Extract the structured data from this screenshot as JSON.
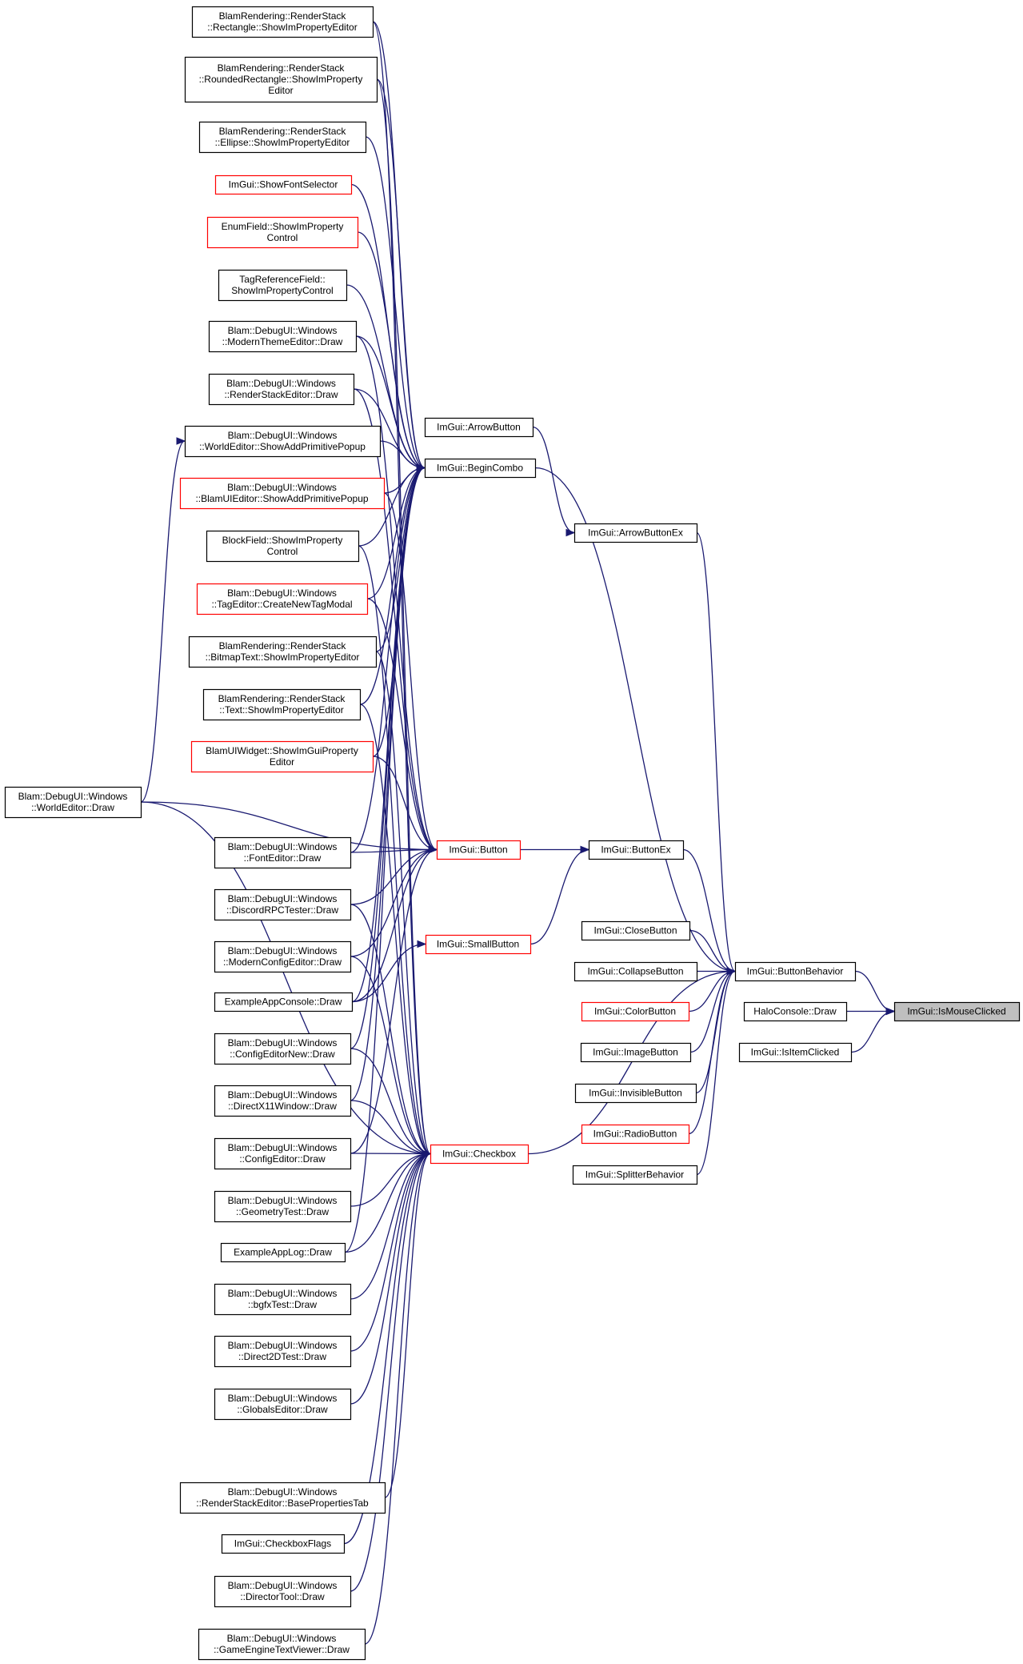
{
  "colors": {
    "edge": "#191970",
    "border": "#000000",
    "highlight_border": "#ff0000",
    "focus_fill": "#bfbfbf"
  },
  "nodes": [
    {
      "id": "rect_editor",
      "lines": [
        "BlamRendering::RenderStack",
        "::Rectangle::ShowImPropertyEditor"
      ],
      "style": "normal"
    },
    {
      "id": "rrect_editor",
      "lines": [
        "BlamRendering::RenderStack",
        "::RoundedRectangle::ShowImProperty",
        "Editor"
      ],
      "style": "normal"
    },
    {
      "id": "ellipse_editor",
      "lines": [
        "BlamRendering::RenderStack",
        "::Ellipse::ShowImPropertyEditor"
      ],
      "style": "normal"
    },
    {
      "id": "show_font_selector",
      "lines": [
        "ImGui::ShowFontSelector"
      ],
      "style": "red"
    },
    {
      "id": "enumfield",
      "lines": [
        "EnumField::ShowImProperty",
        "Control"
      ],
      "style": "red"
    },
    {
      "id": "tagref",
      "lines": [
        "TagReferenceField::",
        "ShowImPropertyControl"
      ],
      "style": "normal"
    },
    {
      "id": "modern_theme",
      "lines": [
        "Blam::DebugUI::Windows",
        "::ModernThemeEditor::Draw"
      ],
      "style": "normal"
    },
    {
      "id": "renderstack_editor",
      "lines": [
        "Blam::DebugUI::Windows",
        "::RenderStackEditor::Draw"
      ],
      "style": "normal"
    },
    {
      "id": "world_add_prim",
      "lines": [
        "Blam::DebugUI::Windows",
        "::WorldEditor::ShowAddPrimitivePopup"
      ],
      "style": "normal"
    },
    {
      "id": "blamui_add_prim",
      "lines": [
        "Blam::DebugUI::Windows",
        "::BlamUIEditor::ShowAddPrimitivePopup"
      ],
      "style": "red"
    },
    {
      "id": "blockfield",
      "lines": [
        "BlockField::ShowImProperty",
        "Control"
      ],
      "style": "normal"
    },
    {
      "id": "tageditor_modal",
      "lines": [
        "Blam::DebugUI::Windows",
        "::TagEditor::CreateNewTagModal"
      ],
      "style": "red"
    },
    {
      "id": "bitmaptext",
      "lines": [
        "BlamRendering::RenderStack",
        "::BitmapText::ShowImPropertyEditor"
      ],
      "style": "normal"
    },
    {
      "id": "text_editor",
      "lines": [
        "BlamRendering::RenderStack",
        "::Text::ShowImPropertyEditor"
      ],
      "style": "normal"
    },
    {
      "id": "blamuiwidget",
      "lines": [
        "BlamUIWidget::ShowImGuiProperty",
        "Editor"
      ],
      "style": "red"
    },
    {
      "id": "world_draw",
      "lines": [
        "Blam::DebugUI::Windows",
        "::WorldEditor::Draw"
      ],
      "style": "normal"
    },
    {
      "id": "font_editor",
      "lines": [
        "Blam::DebugUI::Windows",
        "::FontEditor::Draw"
      ],
      "style": "normal"
    },
    {
      "id": "discord",
      "lines": [
        "Blam::DebugUI::Windows",
        "::DiscordRPCTester::Draw"
      ],
      "style": "normal"
    },
    {
      "id": "modern_config",
      "lines": [
        "Blam::DebugUI::Windows",
        "::ModernConfigEditor::Draw"
      ],
      "style": "normal"
    },
    {
      "id": "example_console",
      "lines": [
        "ExampleAppConsole::Draw"
      ],
      "style": "normal"
    },
    {
      "id": "config_new",
      "lines": [
        "Blam::DebugUI::Windows",
        "::ConfigEditorNew::Draw"
      ],
      "style": "normal"
    },
    {
      "id": "dx11",
      "lines": [
        "Blam::DebugUI::Windows",
        "::DirectX11Window::Draw"
      ],
      "style": "normal"
    },
    {
      "id": "config_editor",
      "lines": [
        "Blam::DebugUI::Windows",
        "::ConfigEditor::Draw"
      ],
      "style": "normal"
    },
    {
      "id": "geometry",
      "lines": [
        "Blam::DebugUI::Windows",
        "::GeometryTest::Draw"
      ],
      "style": "normal"
    },
    {
      "id": "example_log",
      "lines": [
        "ExampleAppLog::Draw"
      ],
      "style": "normal"
    },
    {
      "id": "bgfx",
      "lines": [
        "Blam::DebugUI::Windows",
        "::bgfxTest::Draw"
      ],
      "style": "normal"
    },
    {
      "id": "d2d",
      "lines": [
        "Blam::DebugUI::Windows",
        "::Direct2DTest::Draw"
      ],
      "style": "normal"
    },
    {
      "id": "globals",
      "lines": [
        "Blam::DebugUI::Windows",
        "::GlobalsEditor::Draw"
      ],
      "style": "normal"
    },
    {
      "id": "rs_baseprops",
      "lines": [
        "Blam::DebugUI::Windows",
        "::RenderStackEditor::BasePropertiesTab"
      ],
      "style": "normal"
    },
    {
      "id": "checkboxflags",
      "lines": [
        "ImGui::CheckboxFlags"
      ],
      "style": "normal"
    },
    {
      "id": "director",
      "lines": [
        "Blam::DebugUI::Windows",
        "::DirectorTool::Draw"
      ],
      "style": "normal"
    },
    {
      "id": "gametext",
      "lines": [
        "Blam::DebugUI::Windows",
        "::GameEngineTextViewer::Draw"
      ],
      "style": "normal"
    },
    {
      "id": "arrowbutton",
      "lines": [
        "ImGui::ArrowButton"
      ],
      "style": "normal"
    },
    {
      "id": "begincombo",
      "lines": [
        "ImGui::BeginCombo"
      ],
      "style": "normal"
    },
    {
      "id": "button",
      "lines": [
        "ImGui::Button"
      ],
      "style": "red"
    },
    {
      "id": "smallbutton",
      "lines": [
        "ImGui::SmallButton"
      ],
      "style": "red"
    },
    {
      "id": "checkbox",
      "lines": [
        "ImGui::Checkbox"
      ],
      "style": "red"
    },
    {
      "id": "arrowbuttonex",
      "lines": [
        "ImGui::ArrowButtonEx"
      ],
      "style": "normal"
    },
    {
      "id": "buttonex",
      "lines": [
        "ImGui::ButtonEx"
      ],
      "style": "normal"
    },
    {
      "id": "closebutton",
      "lines": [
        "ImGui::CloseButton"
      ],
      "style": "normal"
    },
    {
      "id": "collapsebutton",
      "lines": [
        "ImGui::CollapseButton"
      ],
      "style": "normal"
    },
    {
      "id": "colorbutton",
      "lines": [
        "ImGui::ColorButton"
      ],
      "style": "red"
    },
    {
      "id": "imagebutton",
      "lines": [
        "ImGui::ImageButton"
      ],
      "style": "normal"
    },
    {
      "id": "invisiblebutton",
      "lines": [
        "ImGui::InvisibleButton"
      ],
      "style": "normal"
    },
    {
      "id": "radiobutton",
      "lines": [
        "ImGui::RadioButton"
      ],
      "style": "red"
    },
    {
      "id": "splitter",
      "lines": [
        "ImGui::SplitterBehavior"
      ],
      "style": "normal"
    },
    {
      "id": "buttonbehavior",
      "lines": [
        "ImGui::ButtonBehavior"
      ],
      "style": "normal"
    },
    {
      "id": "haloconsole",
      "lines": [
        "HaloConsole::Draw"
      ],
      "style": "normal"
    },
    {
      "id": "isitemclicked",
      "lines": [
        "ImGui::IsItemClicked"
      ],
      "style": "normal"
    },
    {
      "id": "ismouseclicked",
      "lines": [
        "ImGui::IsMouseClicked"
      ],
      "style": "focus"
    }
  ],
  "edges": [
    [
      "rect_editor",
      "begincombo"
    ],
    [
      "rrect_editor",
      "begincombo"
    ],
    [
      "ellipse_editor",
      "begincombo"
    ],
    [
      "show_font_selector",
      "begincombo"
    ],
    [
      "enumfield",
      "begincombo"
    ],
    [
      "tagref",
      "begincombo"
    ],
    [
      "modern_theme",
      "begincombo"
    ],
    [
      "renderstack_editor",
      "begincombo"
    ],
    [
      "world_add_prim",
      "begincombo"
    ],
    [
      "blamui_add_prim",
      "begincombo"
    ],
    [
      "blockfield",
      "begincombo"
    ],
    [
      "tageditor_modal",
      "begincombo"
    ],
    [
      "bitmaptext",
      "begincombo"
    ],
    [
      "text_editor",
      "begincombo"
    ],
    [
      "blamuiwidget",
      "begincombo"
    ],
    [
      "font_editor",
      "begincombo"
    ],
    [
      "example_console",
      "begincombo"
    ],
    [
      "config_new",
      "begincombo"
    ],
    [
      "dx11",
      "begincombo"
    ],
    [
      "example_log",
      "begincombo"
    ],
    [
      "world_draw",
      "world_add_prim"
    ],
    [
      "world_draw",
      "button"
    ],
    [
      "font_editor",
      "button"
    ],
    [
      "discord",
      "button"
    ],
    [
      "modern_config",
      "button"
    ],
    [
      "example_console",
      "button"
    ],
    [
      "config_editor",
      "button"
    ],
    [
      "modern_theme",
      "button"
    ],
    [
      "renderstack_editor",
      "button"
    ],
    [
      "blamuiwidget",
      "button"
    ],
    [
      "tageditor_modal",
      "button"
    ],
    [
      "blamui_add_prim",
      "button"
    ],
    [
      "example_console",
      "smallbutton"
    ],
    [
      "world_draw",
      "checkbox"
    ],
    [
      "discord",
      "checkbox"
    ],
    [
      "modern_config",
      "checkbox"
    ],
    [
      "config_new",
      "checkbox"
    ],
    [
      "dx11",
      "checkbox"
    ],
    [
      "config_editor",
      "checkbox"
    ],
    [
      "geometry",
      "checkbox"
    ],
    [
      "example_log",
      "checkbox"
    ],
    [
      "bgfx",
      "checkbox"
    ],
    [
      "d2d",
      "checkbox"
    ],
    [
      "globals",
      "checkbox"
    ],
    [
      "rs_baseprops",
      "checkbox"
    ],
    [
      "checkboxflags",
      "checkbox"
    ],
    [
      "director",
      "checkbox"
    ],
    [
      "gametext",
      "checkbox"
    ],
    [
      "bitmaptext",
      "checkbox"
    ],
    [
      "text_editor",
      "checkbox"
    ],
    [
      "blockfield",
      "checkbox"
    ],
    [
      "rrect_editor",
      "checkbox"
    ],
    [
      "rect_editor",
      "checkbox"
    ],
    [
      "arrowbutton",
      "arrowbuttonex"
    ],
    [
      "button",
      "buttonex"
    ],
    [
      "smallbutton",
      "buttonex"
    ],
    [
      "begincombo",
      "buttonbehavior"
    ],
    [
      "arrowbuttonex",
      "buttonbehavior"
    ],
    [
      "buttonex",
      "buttonbehavior"
    ],
    [
      "checkbox",
      "buttonbehavior"
    ],
    [
      "closebutton",
      "buttonbehavior"
    ],
    [
      "collapsebutton",
      "buttonbehavior"
    ],
    [
      "colorbutton",
      "buttonbehavior"
    ],
    [
      "imagebutton",
      "buttonbehavior"
    ],
    [
      "invisiblebutton",
      "buttonbehavior"
    ],
    [
      "radiobutton",
      "buttonbehavior"
    ],
    [
      "splitter",
      "buttonbehavior"
    ],
    [
      "buttonbehavior",
      "ismouseclicked"
    ],
    [
      "haloconsole",
      "ismouseclicked"
    ],
    [
      "isitemclicked",
      "ismouseclicked"
    ]
  ]
}
